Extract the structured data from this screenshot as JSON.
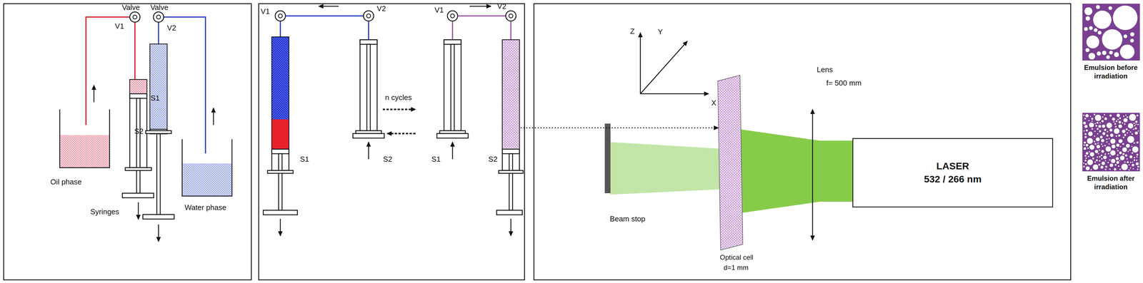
{
  "diagram": {
    "nodes": [
      {
        "text": [
          "LASER",
          "532 / 266 nm"
        ]
      },
      {
        "text": [
          "Emulsion before irradiation"
        ]
      },
      {
        "text": [
          "Emulsion after irradiation"
        ]
      }
    ],
    "labels": [
      "Valve",
      "V1",
      "Valve",
      "V2",
      "S1",
      "S2",
      "Oil phase",
      "Syringes",
      "Water phase",
      "V1",
      "V2",
      "n cycles",
      "V1",
      "V2",
      "S1",
      "S2",
      "S1",
      "S2",
      "Z",
      "Y",
      "X",
      "Lens",
      "f= 500 mm",
      "Beam stop",
      "Optical cell",
      "d=1 mm"
    ]
  }
}
